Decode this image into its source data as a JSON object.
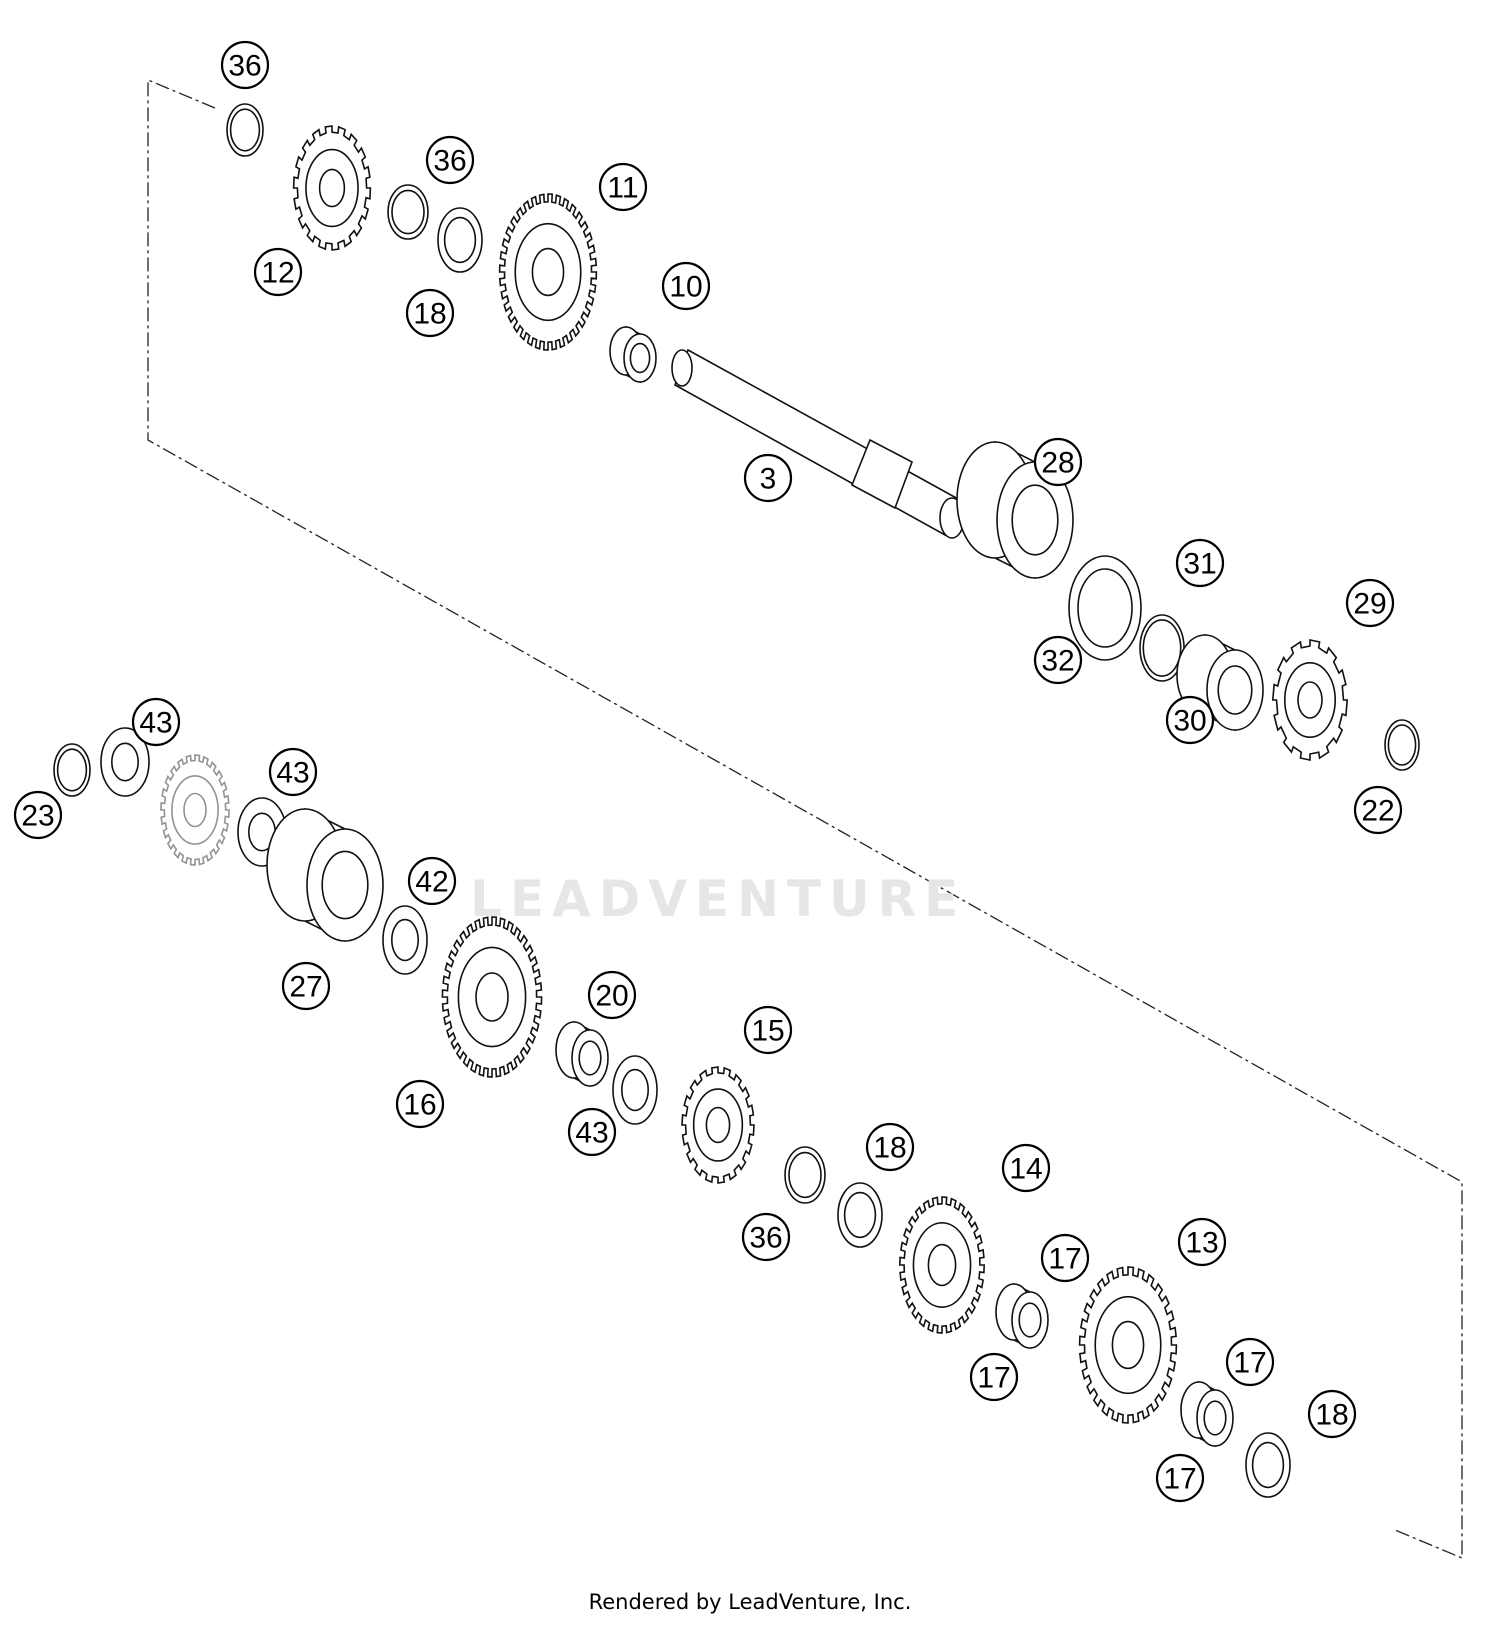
{
  "callouts": [
    "36",
    "36",
    "11",
    "12",
    "18",
    "10",
    "3",
    "28",
    "31",
    "29",
    "32",
    "30",
    "22",
    "43",
    "23",
    "43",
    "42",
    "27",
    "20",
    "15",
    "16",
    "43",
    "18",
    "14",
    "36",
    "17",
    "13",
    "17",
    "17",
    "18",
    "17"
  ],
  "watermark": "LEADVENTURE",
  "footer": "Rendered by LeadVenture, Inc."
}
